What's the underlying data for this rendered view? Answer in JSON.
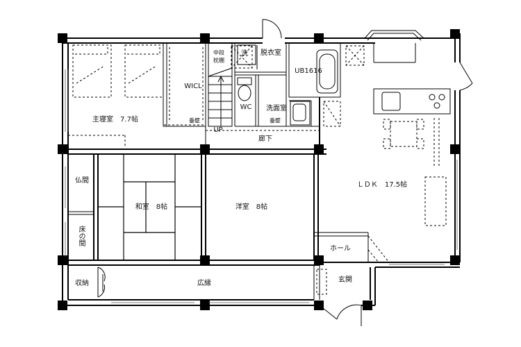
{
  "rooms": {
    "master_bedroom": "主寝室　7.7帖",
    "wicl": "WICL",
    "shelf": "中段\n枕棚",
    "wash": "洗",
    "dressing": "脱衣室",
    "bath": "UB1616",
    "wc": "WC",
    "washroom": "洗面室",
    "hanging_wall_1": "垂壁",
    "hanging_wall_2": "垂壁",
    "up": "UP",
    "corridor": "廊下",
    "butsuma": "仏間",
    "tokonoma": "床の間",
    "washitsu": "和室　8帖",
    "youshitsu": "洋室　8帖",
    "ldk": "ＬＤＫ　17.5帖",
    "hall": "ホール",
    "genkan": "玄関",
    "storage": "収納",
    "engawa": "広縁"
  }
}
